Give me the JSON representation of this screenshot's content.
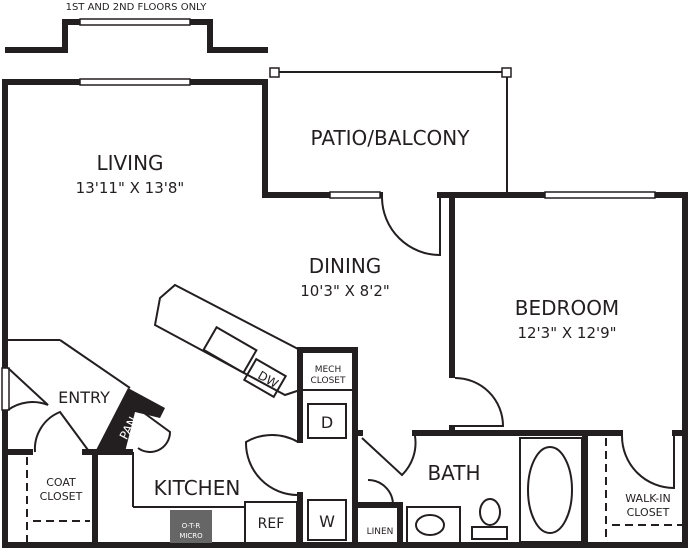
{
  "note": "1ST AND 2ND FLOORS ONLY",
  "rooms": {
    "living": {
      "name": "LIVING",
      "size": "13'11\" X 13'8\""
    },
    "patio": {
      "name": "PATIO/BALCONY"
    },
    "dining": {
      "name": "DINING",
      "size": "10'3\" X 8'2\""
    },
    "bedroom": {
      "name": "BEDROOM",
      "size": "12'3\" X 12'9\""
    },
    "entry": {
      "name": "ENTRY"
    },
    "kitchen": {
      "name": "KITCHEN"
    },
    "bath": {
      "name": "BATH"
    },
    "coat_closet": {
      "line1": "COAT",
      "line2": "CLOSET"
    },
    "mech_closet": {
      "line1": "MECH",
      "line2": "CLOSET"
    },
    "walkin_closet": {
      "line1": "WALK-IN",
      "line2": "CLOSET"
    },
    "linen": {
      "name": "LINEN"
    },
    "pantry": {
      "name": "PAN"
    }
  },
  "fixtures": {
    "dw": "DW",
    "dryer": "D",
    "washer": "W",
    "ref": "REF",
    "micro_line1": "O-T-R",
    "micro_line2": "MICRO"
  }
}
